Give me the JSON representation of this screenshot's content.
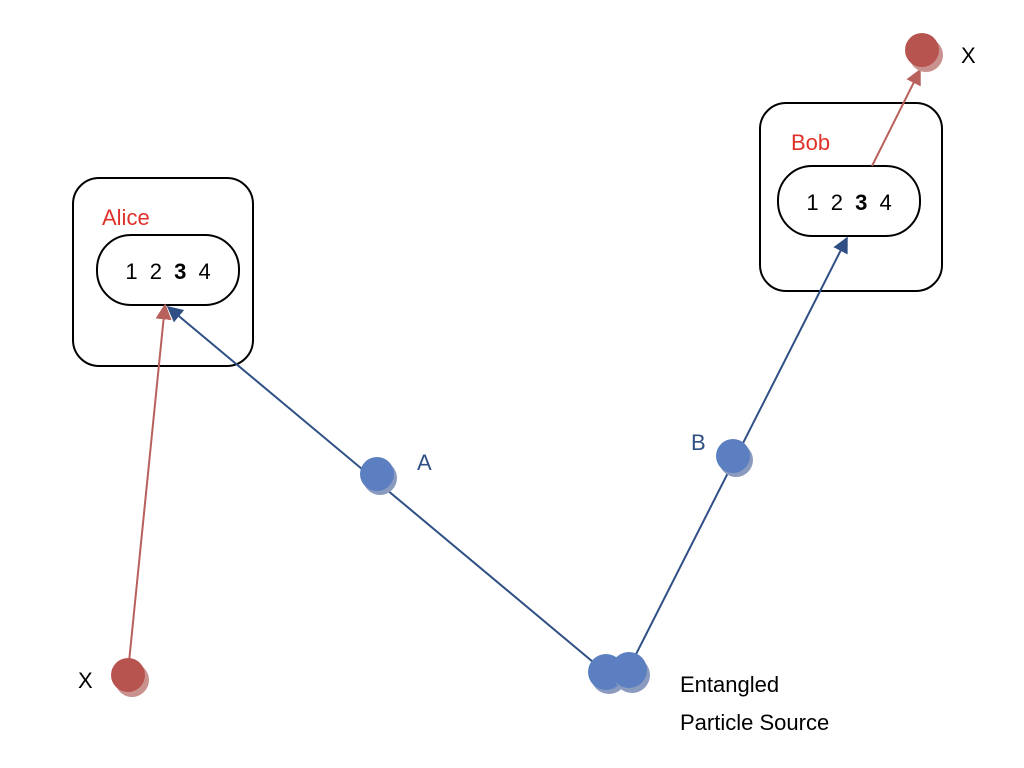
{
  "colors": {
    "blue_particle": "#5b7fc0",
    "blue_particle_shadow": "#8a9bbf",
    "blue_line": "#2f4f85",
    "red_particle": "#b85450",
    "red_particle_shadow": "#c9928f",
    "red_line": "#b8605b",
    "label_blue": "#2f4f85",
    "station_title_red": "#e0322a",
    "text_black": "#000000",
    "box_border": "#000000"
  },
  "stations": {
    "alice": {
      "title": "Alice",
      "settings": [
        "1",
        "2",
        "3",
        "4"
      ],
      "selected_setting": "3"
    },
    "bob": {
      "title": "Bob",
      "settings": [
        "1",
        "2",
        "3",
        "4"
      ],
      "selected_setting": "3"
    }
  },
  "particles": {
    "a": {
      "label": "A"
    },
    "b": {
      "label": "B"
    },
    "x_bottom": {
      "label": "X"
    },
    "x_top": {
      "label": "X"
    }
  },
  "source": {
    "line1": "Entangled",
    "line2": "Particle Source"
  }
}
